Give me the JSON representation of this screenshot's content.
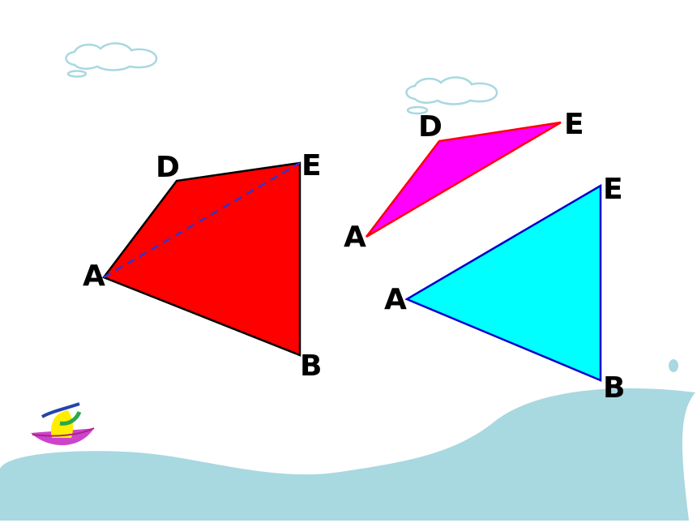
{
  "colors": {
    "background": "#ffffff",
    "quad_fill": "#ff0000",
    "quad_stroke": "#000000",
    "diagonal_dash": "#3333cc",
    "small_triangle_fill": "#ff00ff",
    "small_triangle_stroke": "#ff0000",
    "large_triangle_fill": "#00ffff",
    "large_triangle_stroke": "#0000cc",
    "sea": "#a8d8e0",
    "cloud_outline": "#a8d8e0"
  },
  "figures": {
    "quadrilateral": {
      "labels": {
        "a": "A",
        "d": "D",
        "e": "E",
        "b": "B"
      }
    },
    "small_triangle": {
      "labels": {
        "a": "A",
        "d": "D",
        "e": "E"
      }
    },
    "large_triangle": {
      "labels": {
        "a": "A",
        "e": "E",
        "b": "B"
      }
    }
  },
  "decorations": {
    "clouds": [
      "cloud-icon",
      "cloud-icon"
    ],
    "boat": "boat-icon",
    "sea": "sea-wave",
    "droplet": "droplet-icon"
  }
}
